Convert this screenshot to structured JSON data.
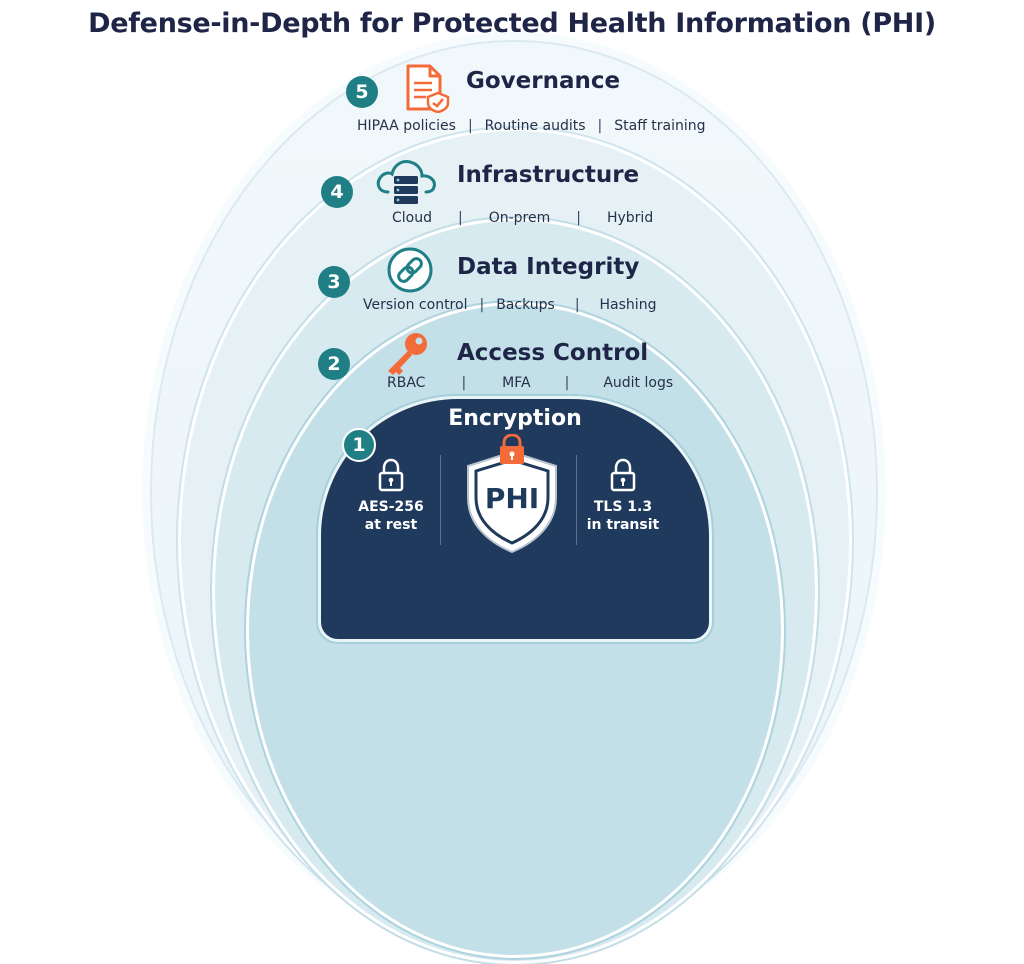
{
  "title": "Defense-in-Depth for Protected Health Information (PHI)",
  "layers": {
    "governance": {
      "number": "5",
      "title": "Governance",
      "items": [
        "HIPAA policies",
        "Routine audits",
        "Staff training"
      ],
      "icon": "policy-document-shield-icon"
    },
    "infrastructure": {
      "number": "4",
      "title": "Infrastructure",
      "items": [
        "Cloud",
        "On-prem",
        "Hybrid"
      ],
      "icon": "cloud-server-icon"
    },
    "data_integrity": {
      "number": "3",
      "title": "Data Integrity",
      "items": [
        "Version control",
        "Backups",
        "Hashing"
      ],
      "icon": "link-chain-icon"
    },
    "access_control": {
      "number": "2",
      "title": "Access Control",
      "items": [
        "RBAC",
        "MFA",
        "Audit logs"
      ],
      "icon": "key-icon"
    },
    "encryption": {
      "number": "1",
      "title": "Encryption",
      "left_line1": "AES-256",
      "left_line2": "at rest",
      "center": "PHI",
      "right_line1": "TLS 1.3",
      "right_line2": "in transit",
      "icons": [
        "padlock-icon",
        "shield-icon"
      ]
    }
  },
  "colors": {
    "title_text": "#1f2547",
    "badge": "#1f7f85",
    "core": "#1f3a5c",
    "accent_orange": "#f26b38"
  }
}
